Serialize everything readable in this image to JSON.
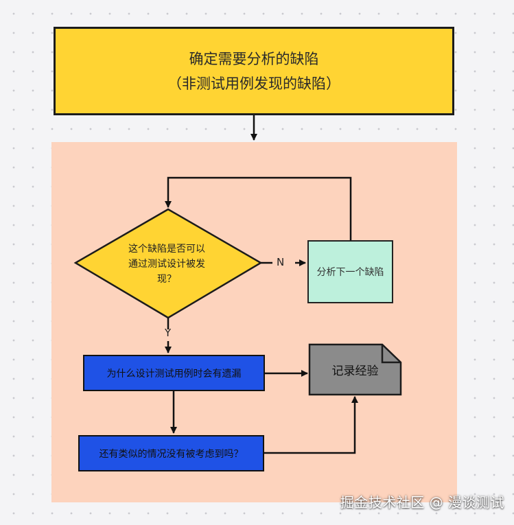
{
  "diagram": {
    "top_box": {
      "line1": "确定需要分析的缺陷",
      "line2": "（非测试用例发现的缺陷）"
    },
    "decision": {
      "line1": "这个缺陷是否可以",
      "line2": "通过测试设计被发",
      "line3": "现？"
    },
    "edge_no": "N",
    "edge_yes": "Y",
    "next_defect": "分析下一个缺陷",
    "why_missed": "为什么设计测试用例时会有遗漏",
    "similar_cases": "还有类似的情况没有被考虑到吗？",
    "record": "记录经验",
    "colors": {
      "top_box": "#ffd433",
      "region": "#fdd3bd",
      "decision": "#ffd433",
      "next_defect": "#bdf0dc",
      "process": "#1f52e6",
      "record": "#8b8b8b"
    }
  },
  "watermark": "掘金技术社区 @ 漫谈测试"
}
